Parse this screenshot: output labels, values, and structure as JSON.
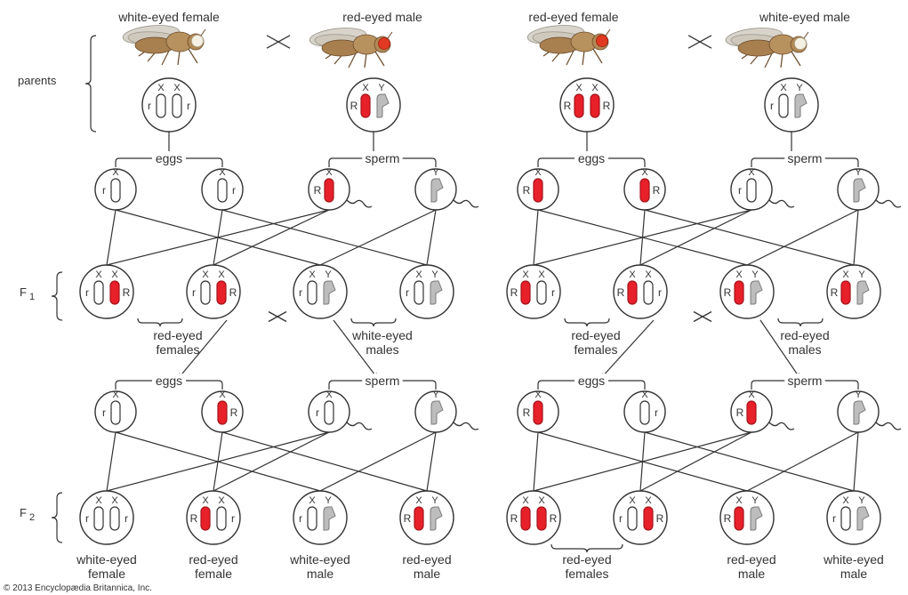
{
  "colors": {
    "red": "#e8202a",
    "grey": "#bdbdbd",
    "line": "#333333",
    "fly_body": "#a8804f",
    "fly_dark": "#6b4a2a",
    "eye_red": "#e23a22",
    "eye_white": "#f4f1e4",
    "wing": "#d8d4cc"
  },
  "rows": {
    "parents": "parents",
    "f1": "F",
    "f1_sub": "1",
    "f2": "F",
    "f2_sub": "2"
  },
  "chromosome_labels": {
    "x": "X",
    "y": "Y"
  },
  "alleles": {
    "red": "R",
    "white": "r"
  },
  "cross_symbol": "✕",
  "crosses": [
    {
      "female_label": "white-eyed female",
      "male_label": "red-eyed male",
      "female_eye": "white",
      "male_eye": "red",
      "eggs_label": "eggs",
      "sperm_label": "sperm",
      "f1_female_label": [
        "red-eyed",
        "females"
      ],
      "f1_male_label": [
        "white-eyed",
        "males"
      ],
      "f2_eggs_label": "eggs",
      "f2_sperm_label": "sperm",
      "f2_labels": [
        [
          "white-eyed",
          "female"
        ],
        [
          "red-eyed",
          "female"
        ],
        [
          "white-eyed",
          "male"
        ],
        [
          "red-eyed",
          "male"
        ]
      ]
    },
    {
      "female_label": "red-eyed female",
      "male_label": "white-eyed male",
      "female_eye": "red",
      "male_eye": "white",
      "eggs_label": "eggs",
      "sperm_label": "sperm",
      "f1_female_label": [
        "red-eyed",
        "females"
      ],
      "f1_male_label": [
        "red-eyed",
        "males"
      ],
      "f2_eggs_label": "eggs",
      "f2_sperm_label": "sperm",
      "f2_labels": [
        [
          "red-eyed",
          "females"
        ],
        [
          "red-eyed",
          "male"
        ],
        [
          "white-eyed",
          "male"
        ]
      ]
    }
  ],
  "copyright": "© 2013 Encyclopædia Britannica, Inc."
}
